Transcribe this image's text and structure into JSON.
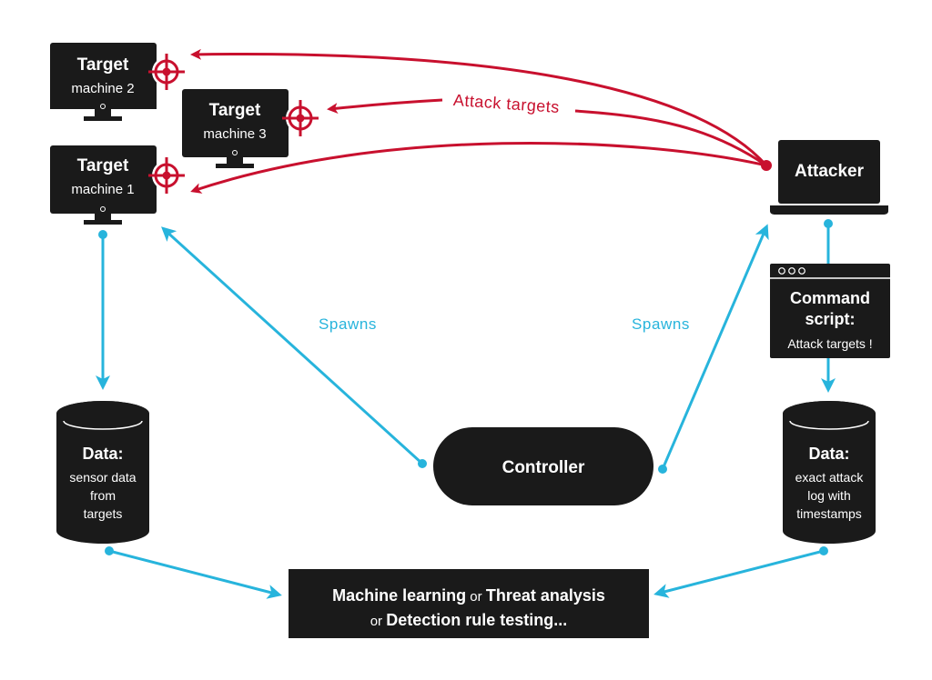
{
  "targets": [
    {
      "title": "Target",
      "subtitle": "machine 2"
    },
    {
      "title": "Target",
      "subtitle": "machine 3"
    },
    {
      "title": "Target",
      "subtitle": "machine 1"
    }
  ],
  "attacker": {
    "label": "Attacker"
  },
  "attack_label": "Attack targets",
  "spawns_left": "Spawns",
  "spawns_right": "Spawns",
  "command_script": {
    "title_line1": "Command",
    "title_line2": "script:",
    "body": "Attack targets !"
  },
  "controller": {
    "label": "Controller"
  },
  "data_left": {
    "title": "Data:",
    "lines": [
      "sensor data",
      "from",
      "targets"
    ]
  },
  "data_right": {
    "title": "Data:",
    "lines": [
      "exact attack",
      "log with",
      "timestamps"
    ]
  },
  "output": {
    "part1": "Machine learning",
    "or1": " or ",
    "part2": "Threat analysis",
    "or2": "or ",
    "part3": "Detection rule testing..."
  },
  "colors": {
    "red": "#c8102e",
    "cyan": "#27b4dc",
    "dark": "#1a1a1a"
  }
}
